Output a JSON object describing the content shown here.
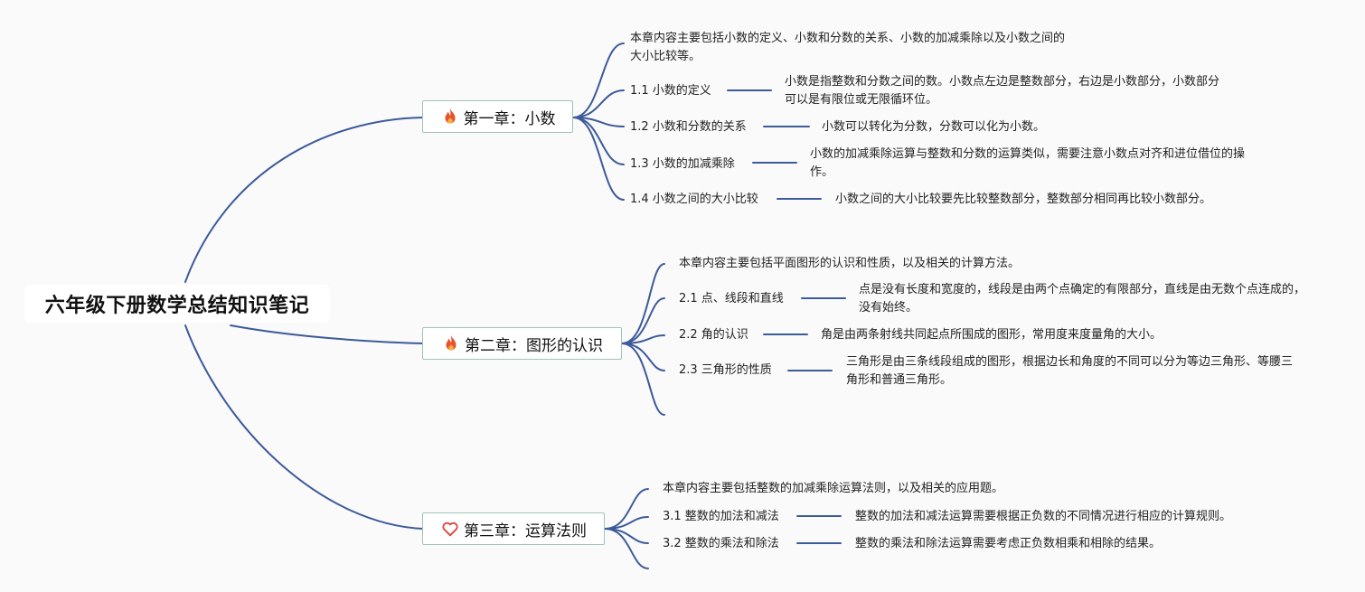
{
  "root": {
    "title": "六年级下册数学总结知识笔记"
  },
  "chapters": [
    {
      "icon": "fire-icon",
      "title": "第一章：小数",
      "summary": "本章内容主要包括小数的定义、小数和分数的关系、小数的加减乘除以及小数之间的大小比较等。",
      "sections": [
        {
          "label": "1.1 小数的定义",
          "desc": "小数是指整数和分数之间的数。小数点左边是整数部分，右边是小数部分，小数部分可以是有限位或无限循环位。"
        },
        {
          "label": "1.2 小数和分数的关系",
          "desc": "小数可以转化为分数，分数可以化为小数。"
        },
        {
          "label": "1.3 小数的加减乘除",
          "desc": "小数的加减乘除运算与整数和分数的运算类似，需要注意小数点对齐和进位借位的操作。"
        },
        {
          "label": "1.4 小数之间的大小比较",
          "desc": "小数之间的大小比较要先比较整数部分，整数部分相同再比较小数部分。"
        }
      ]
    },
    {
      "icon": "fire-icon",
      "title": "第二章：图形的认识",
      "summary": "本章内容主要包括平面图形的认识和性质，以及相关的计算方法。",
      "sections": [
        {
          "label": "2.1 点、线段和直线",
          "desc": "点是没有长度和宽度的，线段是由两个点确定的有限部分，直线是由无数个点连成的，没有始终。"
        },
        {
          "label": "2.2 角的认识",
          "desc": "角是由两条射线共同起点所围成的图形，常用度来度量角的大小。"
        },
        {
          "label": "2.3 三角形的性质",
          "desc": "三角形是由三条线段组成的图形，根据边长和角度的不同可以分为等边三角形、等腰三角形和普通三角形。"
        }
      ]
    },
    {
      "icon": "heart-icon",
      "title": "第三章：运算法则",
      "summary": "本章内容主要包括整数的加减乘除运算法则，以及相关的应用题。",
      "sections": [
        {
          "label": "3.1 整数的加法和减法",
          "desc": "整数的加法和减法运算需要根据正负数的不同情况进行相应的计算规则。"
        },
        {
          "label": "3.2 整数的乘法和除法",
          "desc": "整数的乘法和除法运算需要考虑正负数相乘和相除的结果。"
        }
      ]
    }
  ],
  "colors": {
    "line": "#3d5a99",
    "fire": "#e8502e",
    "heart": "#d9453c",
    "chapter_border": "#9ec4b7"
  }
}
